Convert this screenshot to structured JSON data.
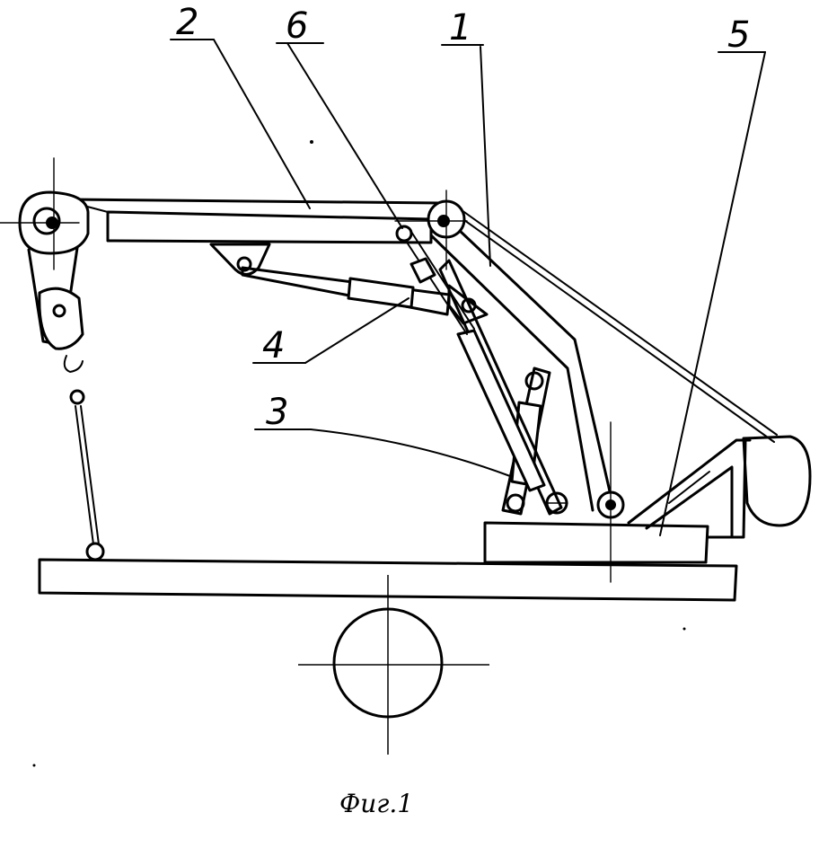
{
  "labels": {
    "l1": "1",
    "l2": "2",
    "l3": "3",
    "l4": "4",
    "l5": "5",
    "l6": "6"
  },
  "caption": "Фиг.1",
  "colors": {
    "ink": "#000000",
    "paper": "#ffffff"
  }
}
